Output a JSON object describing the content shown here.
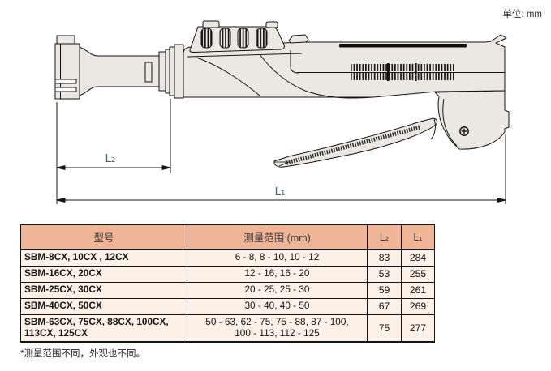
{
  "unit_label": "单位: mm",
  "diagram": {
    "l2_label": "L₂",
    "l1_label": "L₁",
    "icons": {
      "screw": "phillips-screw-icon"
    },
    "colors": {
      "dim_label": "#4a6175",
      "line": "#141414",
      "device_fill": "#ebe8e3"
    }
  },
  "table": {
    "headers": {
      "model": "型号",
      "range": "测量范围 (mm)",
      "l2": "L₂",
      "l1": "L₁"
    },
    "rows": [
      {
        "model": "SBM-8CX, 10CX , 12CX",
        "range": "6 - 8, 8 - 10, 10 - 12",
        "l2": "83",
        "l1": "284"
      },
      {
        "model": "SBM-16CX, 20CX",
        "range": "12 - 16, 16 - 20",
        "l2": "53",
        "l1": "255"
      },
      {
        "model": "SBM-25CX, 30CX",
        "range": "20 - 25, 25 - 30",
        "l2": "59",
        "l1": "261"
      },
      {
        "model": "SBM-40CX, 50CX",
        "range": "30 - 40, 40 - 50",
        "l2": "67",
        "l1": "269"
      },
      {
        "model": "SBM-63CX, 75CX, 88CX, 100CX,\n113CX, 125CX",
        "range": "50 - 63, 62 - 75, 75 - 88, 87 - 100,\n100 - 113, 112 - 125",
        "l2": "75",
        "l1": "277"
      }
    ],
    "footnote": "*测量范围不同，外观也不同。",
    "colors": {
      "header_bg": "#f0b497",
      "row_bg": "#fdf0e7"
    }
  }
}
